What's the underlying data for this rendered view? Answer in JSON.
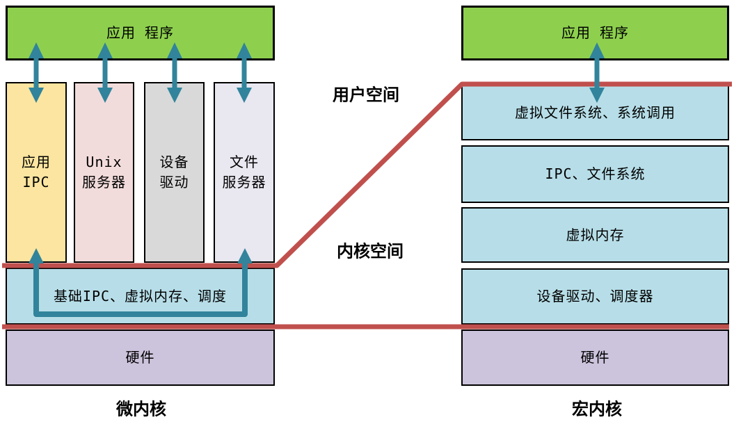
{
  "microkernel": {
    "app": "应用 程序",
    "services": [
      {
        "line1": "应用",
        "line2": "IPC"
      },
      {
        "line1": "Unix",
        "line2": "服务器"
      },
      {
        "line1": "设备",
        "line2": "驱动"
      },
      {
        "line1": "文件",
        "line2": "服务器"
      }
    ],
    "kernel": "基础IPC、虚拟内存、调度",
    "hardware": "硬件",
    "caption": "微内核"
  },
  "monolithic": {
    "app": "应用 程序",
    "layers": [
      "虚拟文件系统、系统调用",
      "IPC、文件系统",
      "虚拟内存",
      "设备驱动、调度器"
    ],
    "hardware": "硬件",
    "caption": "宏内核"
  },
  "space_labels": {
    "user": "用户空间",
    "kernel": "内核空间"
  },
  "colors": {
    "green": "#8ED04E",
    "yellow": "#FBE5A0",
    "pink": "#F2DCDB",
    "gray": "#D9D9D9",
    "lavender": "#E9E7F0",
    "light_blue": "#B7DEE8",
    "purple": "#CCC3DC",
    "red_line": "#C0504D",
    "teal_arrow": "#31849B",
    "border": "#000000",
    "background": "#FFFFFF"
  }
}
